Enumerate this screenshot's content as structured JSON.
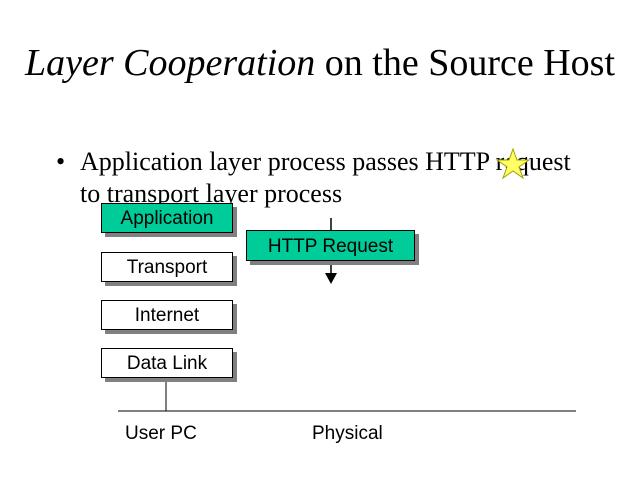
{
  "title": {
    "italic_part": "Layer Cooperation",
    "rest_part": " on the Source Host"
  },
  "bullet": {
    "marker": "•",
    "text": "Application layer process passes HTTP request to transport layer process"
  },
  "layers": [
    {
      "label": "Application",
      "highlighted": true
    },
    {
      "label": "Transport",
      "highlighted": false
    },
    {
      "label": "Internet",
      "highlighted": false
    },
    {
      "label": "Data Link",
      "highlighted": false
    }
  ],
  "message_box": {
    "label": "HTTP Request"
  },
  "bottom_labels": {
    "host": "User PC",
    "medium": "Physical"
  },
  "colors": {
    "highlight": "#00cc99",
    "shadow": "#808080",
    "star": "#ffff66"
  },
  "icons": {
    "star": "star-icon",
    "arrow": "down-arrow-icon"
  }
}
